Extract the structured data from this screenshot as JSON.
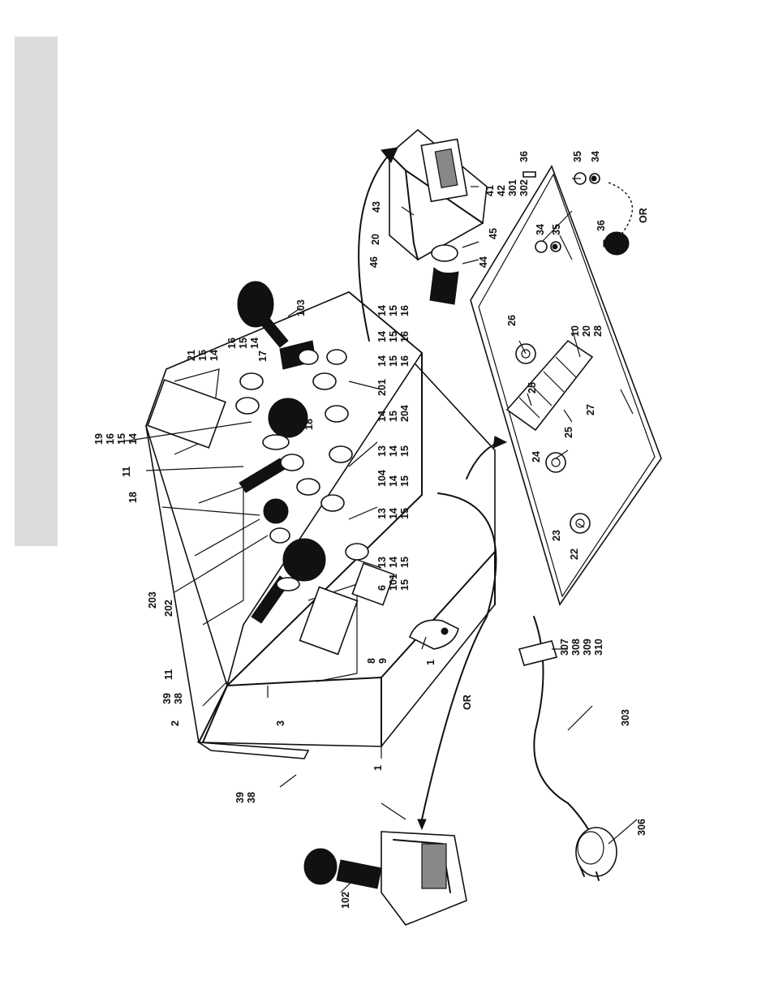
{
  "callouts": {
    "c1a": "1",
    "c1b": "1",
    "c2": "2",
    "c3": "3",
    "c6": "6",
    "c101": "101",
    "c15a": "15",
    "c8": "8",
    "c9": "9",
    "c11a": "11",
    "c11b": "11",
    "c13a": "13",
    "c14a": "14",
    "c15b": "15",
    "c13b": "13",
    "c14b": "14",
    "c15c": "15",
    "c13c": "13",
    "c14c": "14",
    "c15d": "15",
    "c104": "104",
    "c14d": "14",
    "c15e": "15",
    "c18a": "18",
    "c18b": "18",
    "c17": "17",
    "c19": "19",
    "c16a": "16",
    "c15f": "15",
    "c14e": "14",
    "c21": "21",
    "c15g": "15",
    "c14f": "14",
    "c16b": "16",
    "c15h": "15",
    "c14g": "14",
    "c14h": "14",
    "c15i": "15",
    "c16c": "16",
    "c14i": "14",
    "c15j": "15",
    "c16d": "16",
    "c14j": "14",
    "c15k": "15",
    "c16e": "16",
    "c14k": "14",
    "c15l": "15",
    "c204": "204",
    "c201": "201",
    "c202": "202",
    "c203": "203",
    "c103": "103",
    "c102": "102",
    "c39a": "39",
    "c38a": "38",
    "c39b": "39",
    "c38b": "38",
    "c43": "43",
    "c41": "41",
    "c42": "42",
    "c301": "301",
    "c302": "302",
    "c44": "44",
    "c45": "45",
    "c46": "46",
    "c20a": "20",
    "c36a": "36",
    "c35a": "35",
    "c34a": "34",
    "c34b": "34",
    "c35b": "35",
    "c36b": "36",
    "c26": "26",
    "c25a": "25",
    "c25b": "25",
    "c27": "27",
    "c10": "10",
    "c20b": "20",
    "c28": "28",
    "c24": "24",
    "c23": "23",
    "c22": "22",
    "c303": "303",
    "c306": "306",
    "c307": "307",
    "c308": "308",
    "c309": "309",
    "c310": "310"
  },
  "or_labels": {
    "or_left": "OR",
    "or_right": "OR"
  },
  "icons": {
    "exploded": "exploded-parts-diagram"
  }
}
